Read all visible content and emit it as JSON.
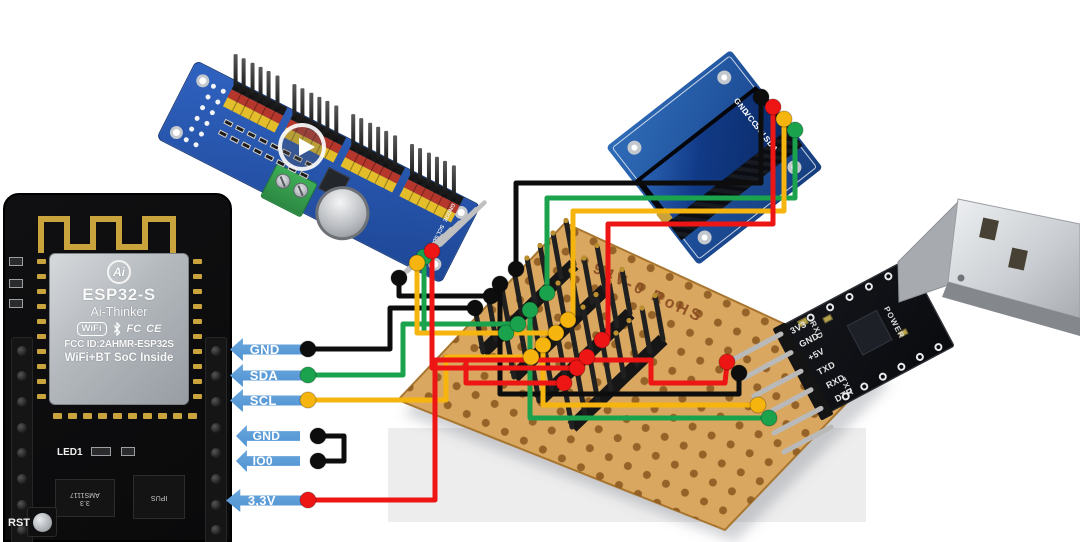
{
  "wire_colors": {
    "black": "#0d0d0d",
    "green": "#1aa24c",
    "yellow": "#f6b40e",
    "red": "#ee1515",
    "label_blue": "#5b9bd5"
  },
  "esp32": {
    "name": "ESP32-S",
    "brand": "Ai-Thinker",
    "ai_logo": "Ai",
    "wifi_badge": "WiFi",
    "fcc_id": "FCC ID:2AHMR-ESP32S",
    "soc": "WiFi+BT SoC Inside",
    "led": "LED1",
    "reset": "RST",
    "regulator_line1": "AMS1117",
    "regulator_line2": "3.3",
    "psram": "IPUS",
    "cert_logos": [
      "FC",
      "CE"
    ]
  },
  "labels": {
    "i2c": [
      {
        "text": "GND",
        "color": "black"
      },
      {
        "text": "SDA",
        "color": "green"
      },
      {
        "text": "SCL",
        "color": "yellow"
      }
    ],
    "boot": [
      {
        "text": "GND"
      },
      {
        "text": "IO0"
      }
    ],
    "power": {
      "text": "3,3V",
      "color": "red"
    }
  },
  "oled": {
    "pins": [
      "GND",
      "VCC",
      "SCL",
      "SDA"
    ]
  },
  "usb": {
    "pins": [
      "3V3",
      "GND",
      "+5V",
      "TXD",
      "RXD",
      "DTR"
    ],
    "silkscreen": [
      "RXD",
      "TXD",
      "POWER"
    ]
  },
  "perfboard": {
    "marking": "94V-0  RoHS"
  },
  "pca9685": {
    "pin_labels": [
      "GND",
      "OE",
      "SCL",
      "SDA",
      "VCC",
      "V+"
    ]
  }
}
